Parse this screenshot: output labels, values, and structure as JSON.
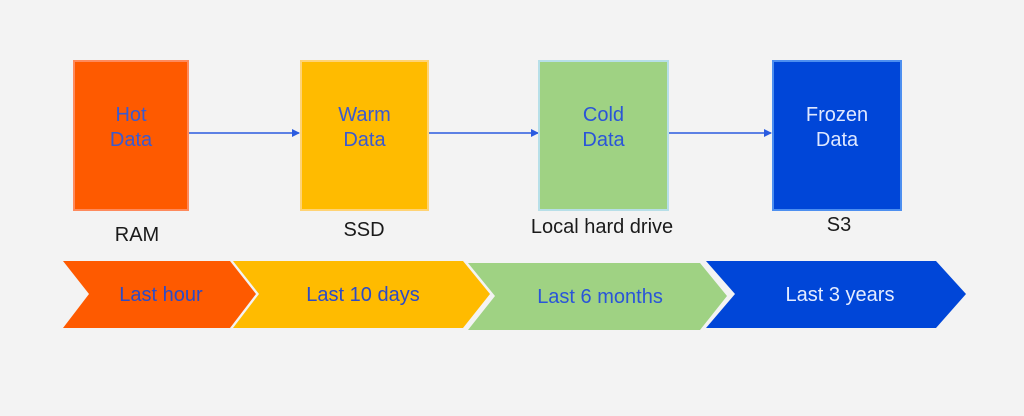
{
  "tiers": [
    {
      "label": "Hot\nData",
      "storage": "RAM",
      "fill": "#fe5a00",
      "border": "#fe8a5c",
      "text_color": "#3a5ad0"
    },
    {
      "label": "Warm\nData",
      "storage": "SSD",
      "fill": "#ffbb00",
      "border": "#ffd374",
      "text_color": "#3a5ad0"
    },
    {
      "label": "Cold\nData",
      "storage": "Local hard drive",
      "fill": "#9fd283",
      "border": "#b7dfe8",
      "text_color": "#2a55d8"
    },
    {
      "label": "Frozen\nData",
      "storage": "S3",
      "fill": "#0046d8",
      "border": "#4d8ff0",
      "text_color": "#dfe8ff"
    }
  ],
  "timeline": [
    {
      "label": "Last hour",
      "fill": "#fe5a00",
      "text_color": "#2b4bc8"
    },
    {
      "label": "Last 10 days",
      "fill": "#ffbb00",
      "text_color": "#2b4bc8"
    },
    {
      "label": "Last 6 months",
      "fill": "#9fd283",
      "text_color": "#2a55d8"
    },
    {
      "label": "Last 3 years",
      "fill": "#0046d8",
      "text_color": "#e4ecff"
    }
  ],
  "arrow_color": "#2a5be0",
  "background": "#f3f3f3"
}
